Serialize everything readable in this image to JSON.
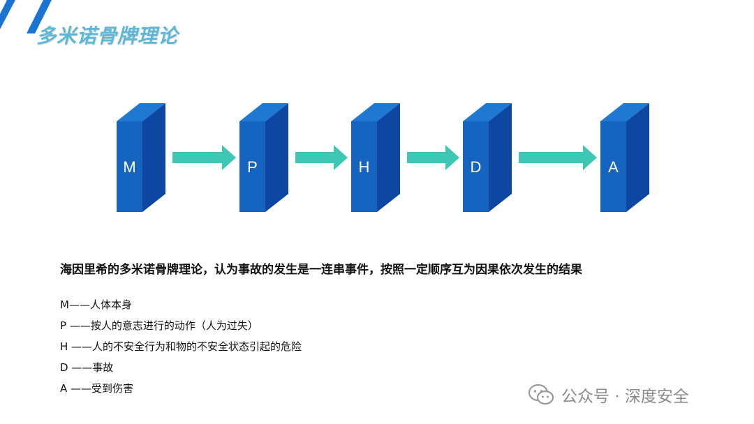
{
  "title": "多米诺骨牌理论",
  "diagram": {
    "blocks": [
      "M",
      "P",
      "H",
      "D",
      "A"
    ],
    "colors": {
      "block_front": "#1565c0",
      "block_top": "#1f78d1",
      "block_side": "#0d47a1",
      "arrow": "#3cc8b4"
    }
  },
  "description": "海因里希的多米诺骨牌理论，认为事故的发生是一连串事件，按照一定顺序互为因果依次发生的结果",
  "legend": [
    "M——人体本身",
    "P ——按人的意志进行的动作（人为过失）",
    "H ——人的不安全行为和物的不安全状态引起的危险",
    "D ——事故",
    "A ——受到伤害"
  ],
  "watermark": {
    "icon": "wechat-icon",
    "text": "公众号 · 深度安全"
  }
}
